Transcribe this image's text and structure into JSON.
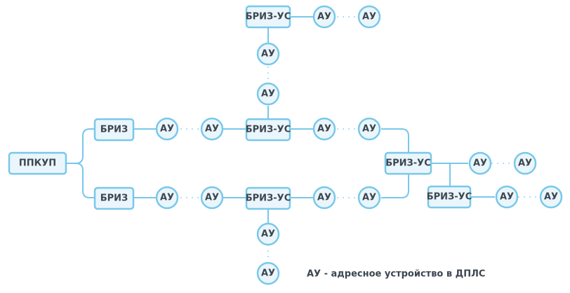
{
  "nodes": {
    "root": "ППКУП",
    "briz_1": "БРИЗ",
    "briz_2": "БРИЗ",
    "briz_us_top": "БРИЗ-УС",
    "briz_us_mid": "БРИЗ-УС",
    "briz_us_low": "БРИЗ-УС",
    "briz_us_right": "БРИЗ-УС",
    "briz_us_far": "БРИЗ-УС"
  },
  "device_label": "АУ",
  "legend": "АУ - адресное устройство в ДПЛС"
}
